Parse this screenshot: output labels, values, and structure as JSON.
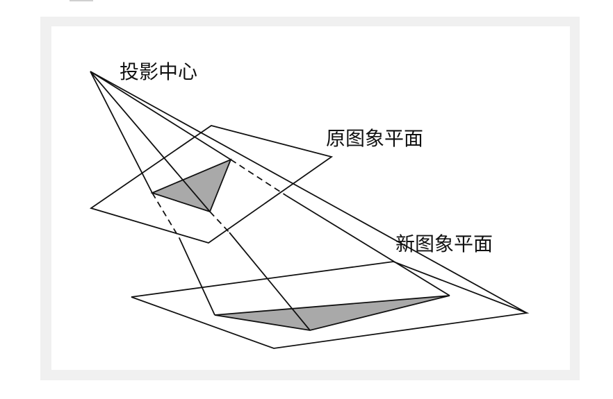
{
  "labels": {
    "projection_center": "投影中心",
    "original_plane": "原图象平面",
    "new_plane": "新图象平面"
  },
  "colors": {
    "line": "#111111",
    "triangle_fill": "#a9a9a9",
    "frame": "#f0f0f0",
    "background": "#ffffff"
  }
}
